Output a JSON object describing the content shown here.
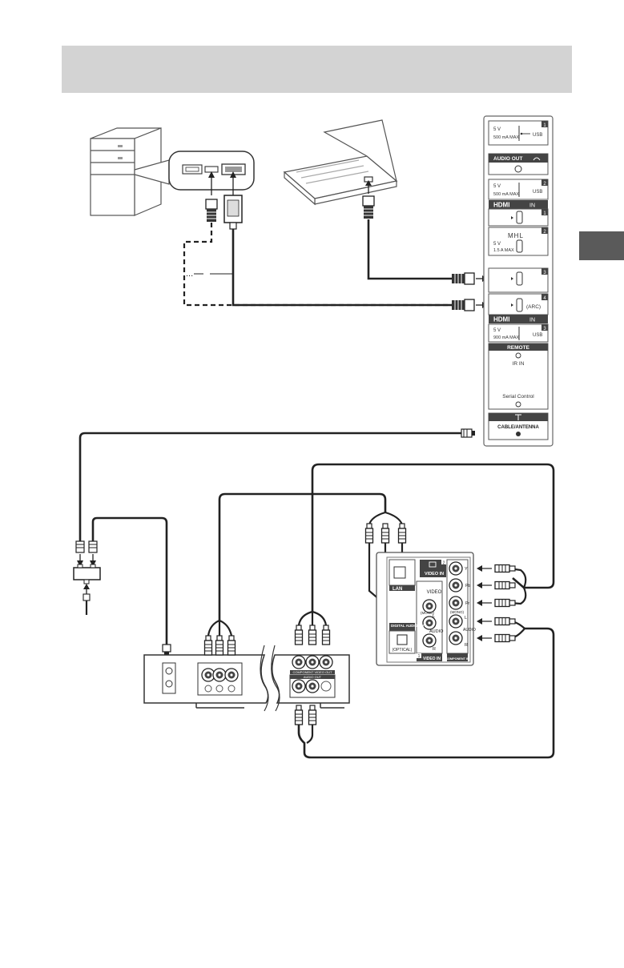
{
  "panel": {
    "usb1_voltage": "5 V",
    "usb1_current": "500 mA MAX",
    "usb1_label": "USB",
    "usb1_num": "1",
    "audio_out": "AUDIO OUT",
    "usb2_voltage": "5 V",
    "usb2_current": "500 mA MAX",
    "usb2_label": "USB",
    "usb2_num": "2",
    "hdmi_in_top": "IN",
    "hdmi1_num": "1",
    "mhl_label": "MHL",
    "mhl_num": "2",
    "mhl_voltage": "5 V",
    "mhl_current": "1.5 A MAX",
    "hdmi3_num": "3",
    "hdmi4_num": "4",
    "arc_label": "(ARC)",
    "hdmi_in_bottom": "IN",
    "usb3_voltage": "5 V",
    "usb3_current": "900 mA MAX",
    "usb3_label": "USB",
    "usb3_num": "3",
    "remote_label": "REMOTE",
    "ir_in": "IR IN",
    "serial_control": "Serial Control",
    "cable_antenna": "CABLE/ANTENNA"
  },
  "input_panel": {
    "video_in_top": "VIDEO IN",
    "video_in_num": "2",
    "lan": "LAN",
    "video": "VIDEO",
    "mono": "(MONO)",
    "l": "L",
    "audio1": "AUDIO",
    "r1": "R",
    "y": "Y",
    "pb": "Pb",
    "pr": "Pr",
    "mono2": "(MONO)",
    "l2": "L",
    "audio2": "AUDIO",
    "r2": "R",
    "digital_audio_out": "DIGITAL AUDIO OUT",
    "optical": "(OPTICAL)",
    "video_in_bottom": "VIDEO IN",
    "video_in_bottom_num": "1",
    "component_in": "COMPONENT IN"
  },
  "receiver": {
    "component_video_out": "COMPONENT VIDEO OUT",
    "audio_out": "AUDIO OUT"
  },
  "annotations": {
    "ellipsis": "..."
  }
}
